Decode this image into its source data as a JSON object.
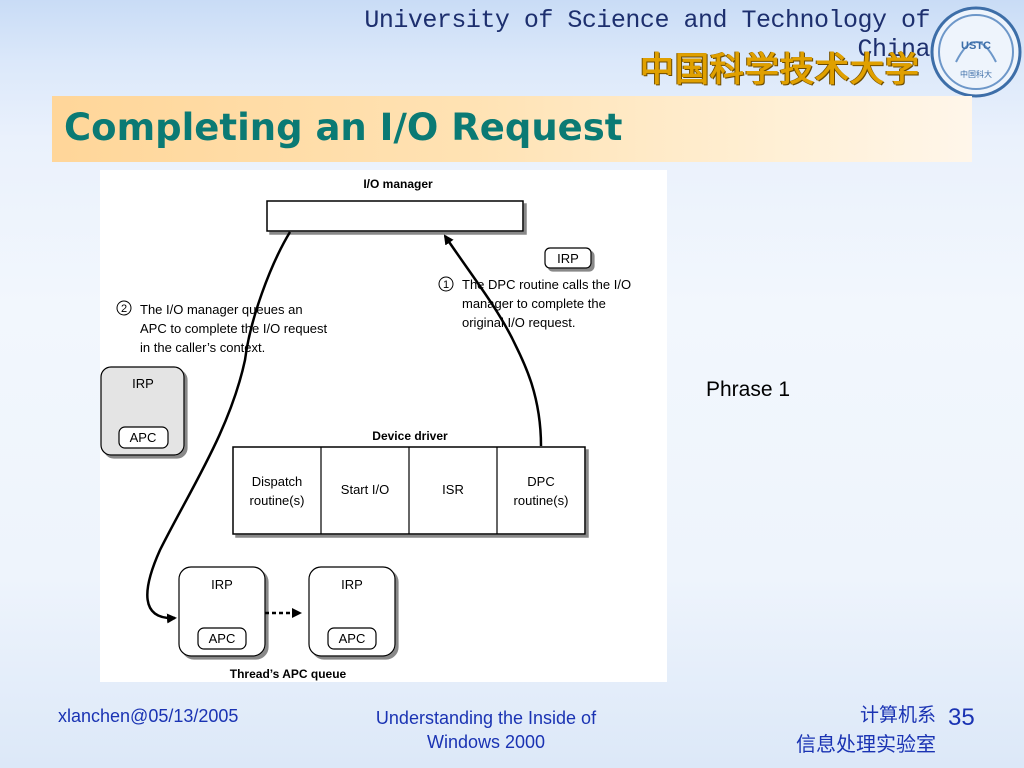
{
  "header": {
    "university_en": "University of Science and Technology of China",
    "university_cn": "中国科学技术大学",
    "logo_text": "USTC",
    "logo_cn": "中国科大"
  },
  "slide": {
    "title": "Completing an I/O Request",
    "side_note": "Phrase 1"
  },
  "diagram": {
    "io_manager_label": "I/O manager",
    "irp_tag": "IRP",
    "step1_num": "1",
    "step1_lines": [
      "The DPC routine calls the I/O",
      "manager to complete the",
      "original I/O request."
    ],
    "step2_num": "2",
    "step2_lines": [
      "The I/O manager queues an",
      "APC to complete the I/O request",
      "in the caller’s context."
    ],
    "irp_left_label": "IRP",
    "apc_left_label": "APC",
    "device_driver_label": "Device driver",
    "cells": [
      [
        "Dispatch",
        "routine(s)"
      ],
      [
        "Start I/O"
      ],
      [
        "ISR"
      ],
      [
        "DPC",
        "routine(s)"
      ]
    ],
    "queue_irp1": "IRP",
    "queue_apc1": "APC",
    "queue_irp2": "IRP",
    "queue_apc2": "APC",
    "queue_label": "Thread’s APC queue"
  },
  "footer": {
    "email": "xlanchen@05/13/2005",
    "book_line1": "Understanding the Inside of",
    "book_line2": "Windows 2000",
    "dept_line1": "计算机系",
    "dept_line2": "信息处理实验室",
    "page_number": "35"
  },
  "colors": {
    "title": "#0b7a74",
    "footer_text": "#1a33b3",
    "university_en": "#1d2f6e",
    "university_cn": "#e0a000"
  }
}
